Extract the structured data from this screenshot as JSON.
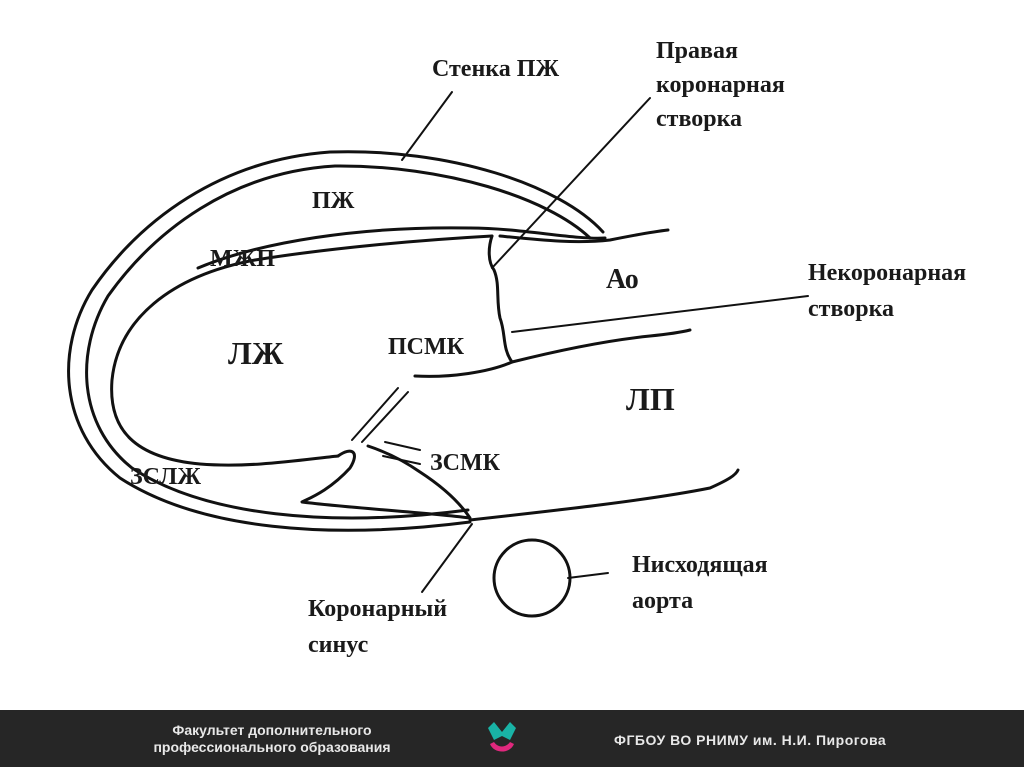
{
  "diagram": {
    "labels": {
      "rv_wall": "Стенка ПЖ",
      "right_coronary_leaflet_1": "Правая",
      "right_coronary_leaflet_2": "коронарная",
      "right_coronary_leaflet_3": "створка",
      "rv": "ПЖ",
      "ivs": "МЖП",
      "ao": "Ао",
      "noncoronary_leaflet_1": "Некоронарная",
      "noncoronary_leaflet_2": "створка",
      "lv": "ЛЖ",
      "amvl": "ПСМК",
      "la": "ЛП",
      "plv_wall": "ЗСЛЖ",
      "pmvl": "ЗСМК",
      "coronary_sinus_1": "Коронарный",
      "coronary_sinus_2": "синус",
      "descending_aorta_1": "Нисходящая",
      "descending_aorta_2": "аорта"
    }
  },
  "footer": {
    "left_line_1": "Факультет дополнительного",
    "left_line_2": "профессионального образования",
    "right": "ФГБОУ ВО РНИМУ им. Н.И. Пирогова",
    "logo_colors": {
      "teal": "#19b3a6",
      "magenta": "#e0287d"
    }
  }
}
